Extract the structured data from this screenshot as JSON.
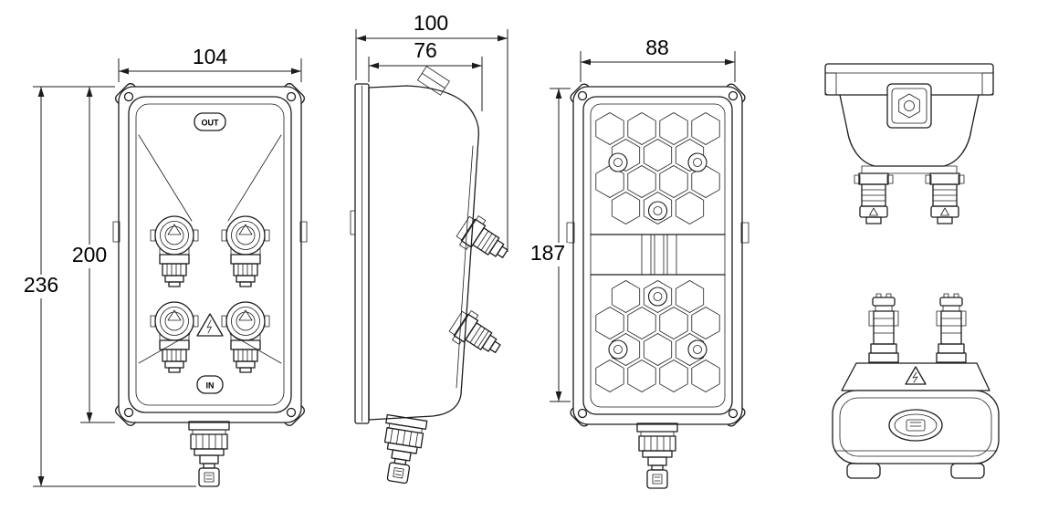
{
  "drawing": {
    "type": "technical-orthographic-views",
    "subject": "solar junction box with four circular connectors",
    "line_color": "#1c1c1c",
    "background": "#ffffff"
  },
  "dimensions": {
    "front_width": "104",
    "front_height_overall": "236",
    "front_height_body": "200",
    "side_depth_overall": "100",
    "side_depth_body": "76",
    "back_width": "88",
    "back_height": "187"
  },
  "labels": {
    "port_out": "OUT",
    "port_in": "IN"
  }
}
